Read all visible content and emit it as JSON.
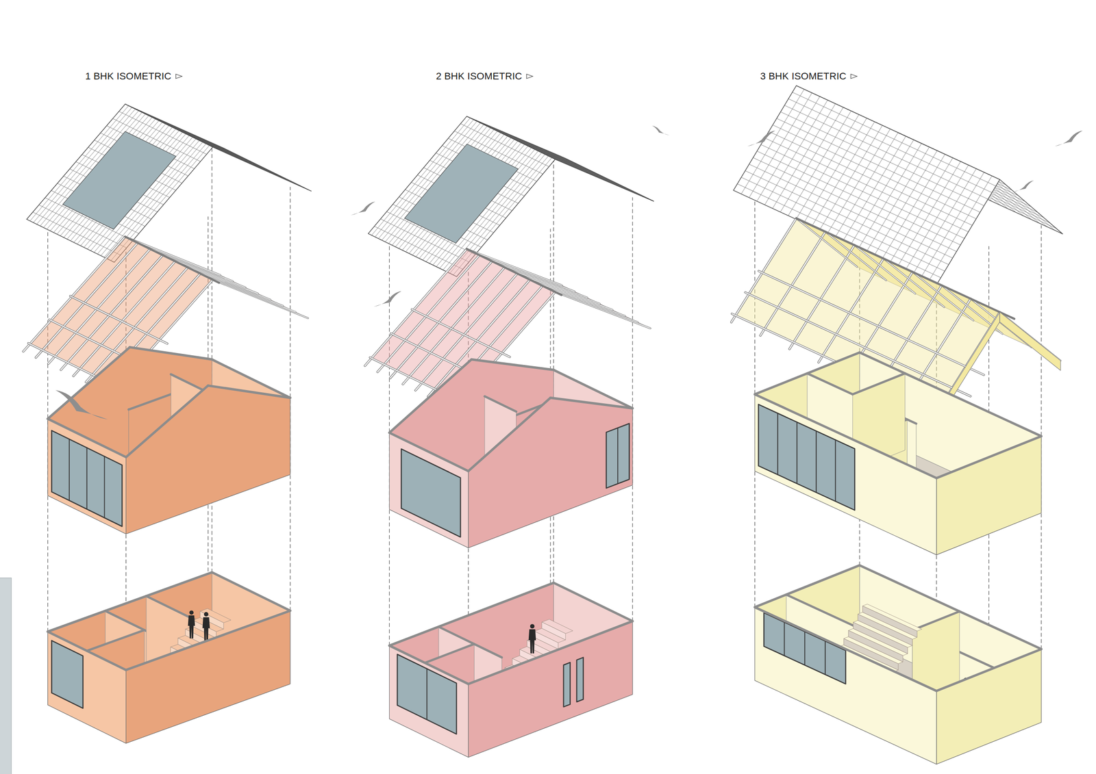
{
  "diagram": {
    "labels": [
      "1 BHK ISOMETRIC",
      "2 BHK ISOMETRIC",
      "3 BHK ISOMETRIC"
    ]
  }
}
